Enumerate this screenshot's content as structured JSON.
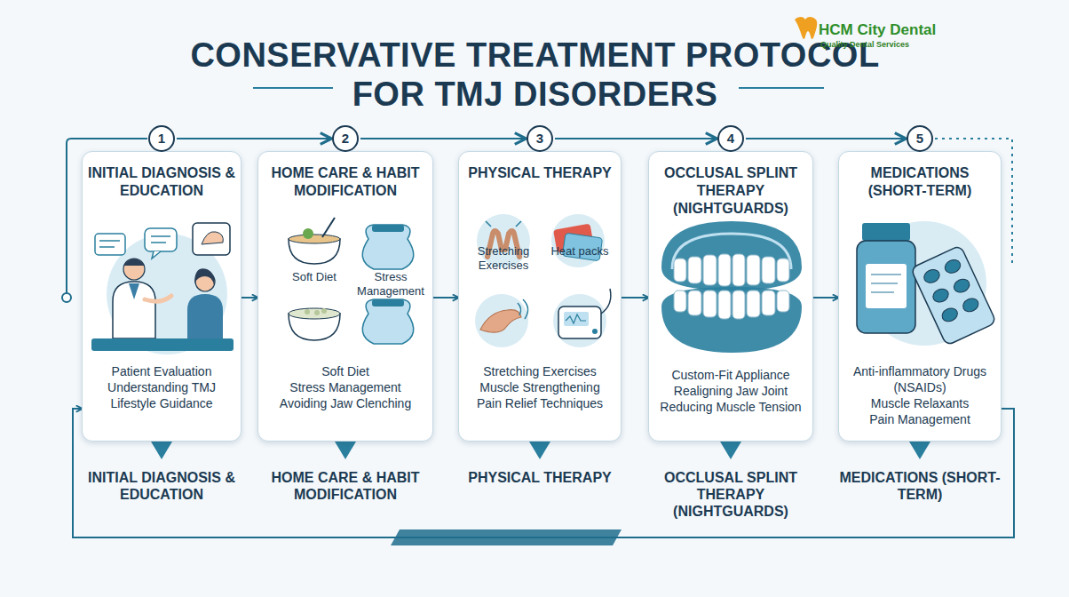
{
  "diagram": {
    "title": "CONSERVATIVE TREATMENT PROTOCOL FOR TMJ DISORDERS",
    "nodes": [
      {
        "text": [
          "INITIAL DIAGNOSIS & EDUCATION",
          "Patient Evaluation",
          "Understanding TMJ",
          "Lifestyle Guidance"
        ]
      },
      {
        "text": [
          "HOME CARE & HABIT MODIFICATION",
          "Soft Diet",
          "Stress Management",
          "Avoiding Jaw Clenching"
        ]
      },
      {
        "text": [
          "PHYSICAL THERAPY",
          "Stretching Exercises",
          "Muscle Strengthening",
          "Pain Relief Techniques"
        ]
      },
      {
        "text": [
          "OCCLUSAL SPLINT THERAPY (NIGHTGUARDS)",
          "Custom-Fit Appliance",
          "Realigning Jaw Joint",
          "Reducing Muscle Tension"
        ]
      },
      {
        "text": [
          "MEDICATIONS (SHORT-TERM)",
          "Anti-inflammatory Drugs (NSAIDs)",
          "Muscle Relaxants",
          "Pain Management"
        ]
      }
    ],
    "edges": [
      {
        "from": 0,
        "to": 1,
        "arrow": "to"
      },
      {
        "from": 1,
        "to": 2,
        "arrow": "to"
      },
      {
        "from": 2,
        "to": 3,
        "arrow": "to"
      },
      {
        "from": 3,
        "to": 4,
        "arrow": "to"
      },
      {
        "from": 4,
        "to": 0,
        "arrow": "to"
      }
    ],
    "labels": [
      "HCM City Dental",
      "Quality Dental Services",
      "1",
      "2",
      "3",
      "4",
      "5",
      "Soft Diet",
      "Stress Management",
      "Stretching Exercises",
      "Heat packs",
      "INITIAL DIAGNOSIS & EDUCATION",
      "HOME CARE & HABIT MODIFICATION",
      "PHYSICAL THERAPY",
      "OCCLUSAL SPLINT THERAPY (NIGHTGUARDS)",
      "MEDICATIONS (SHORT-TERM)"
    ]
  }
}
